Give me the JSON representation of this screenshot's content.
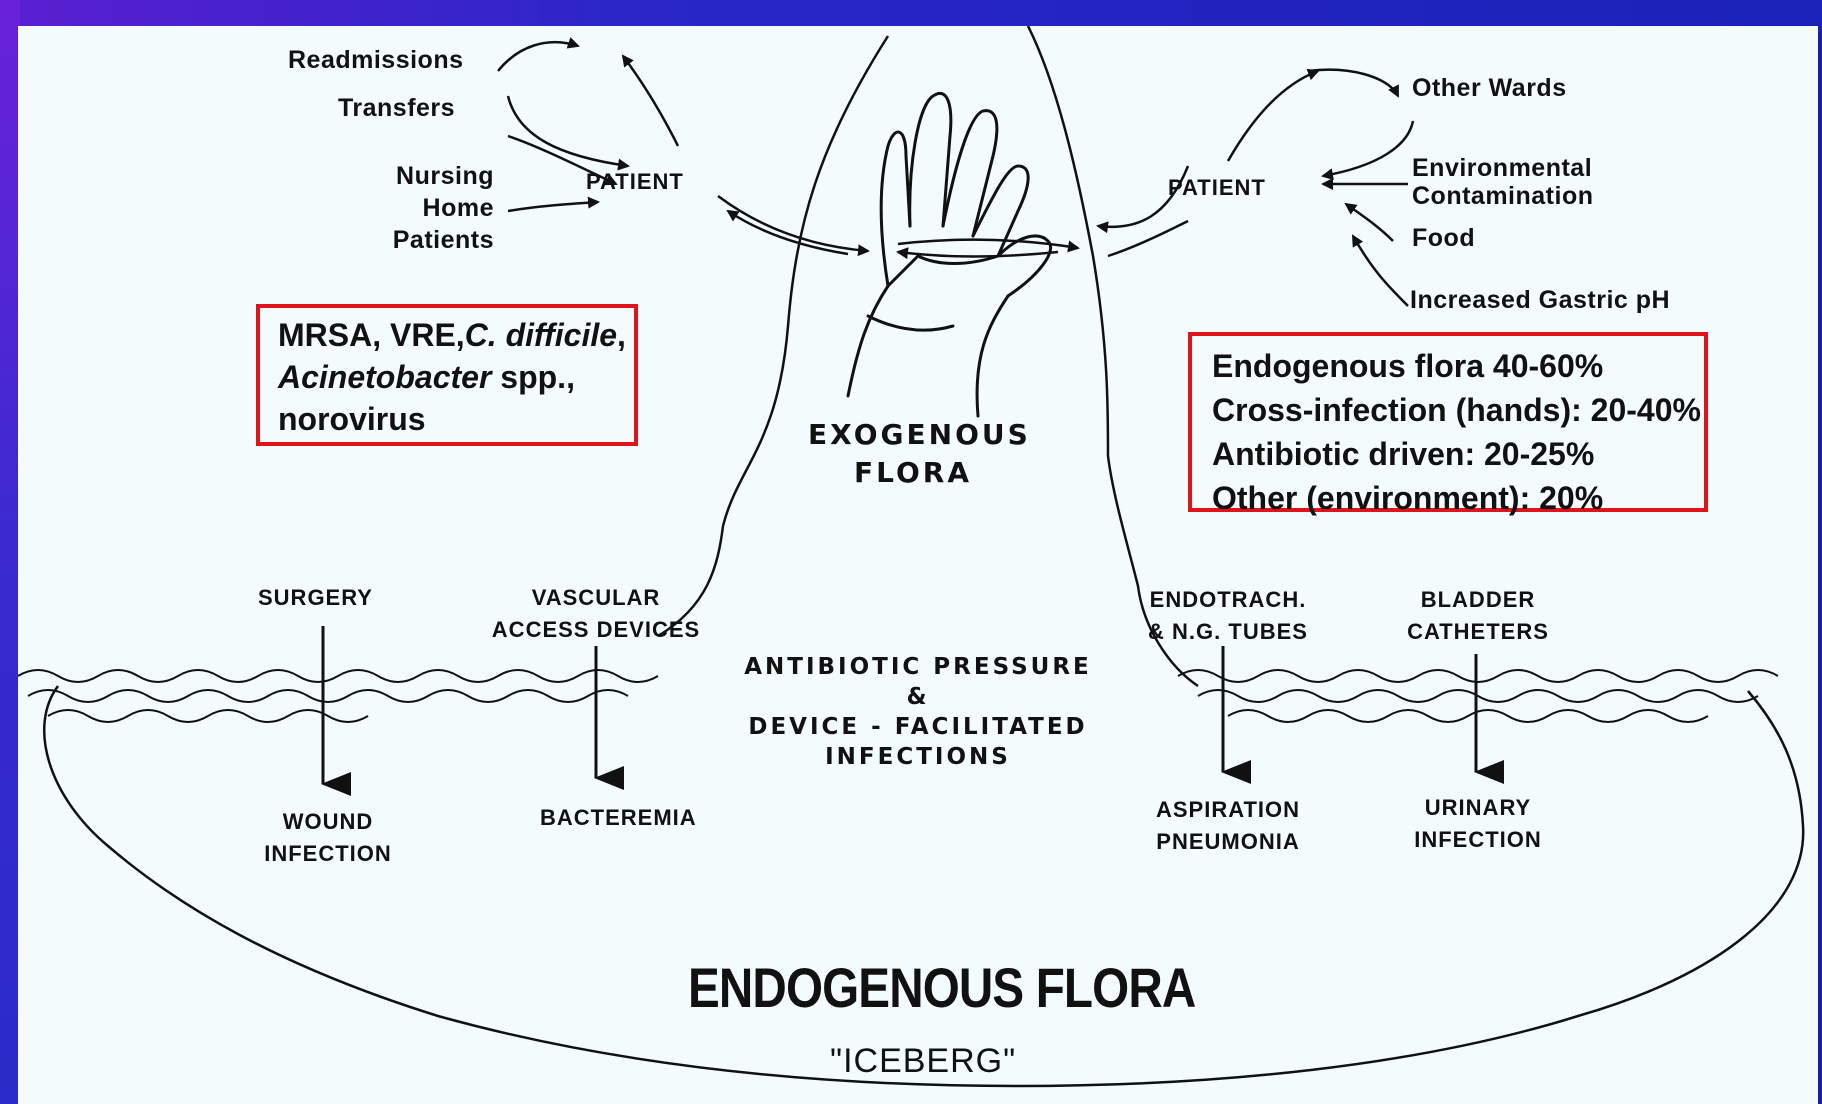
{
  "top_left": {
    "readmissions": "Readmissions",
    "transfers": "Transfers",
    "nursing_home": "Nursing\nHome\nPatients",
    "patient": "PATIENT"
  },
  "top_right": {
    "other_wards": "Other Wards",
    "environmental": "Environmental\nContamination",
    "food": "Food",
    "gastric": "Increased Gastric pH",
    "patient": "PATIENT"
  },
  "exogenous": "EXOGENOUS\nFLORA",
  "box_left": {
    "line1_a": "MRSA, VRE,",
    "line1_b": "C. difficile",
    "line1_c": ",",
    "line2_a": "Acinetobacter",
    "line2_b": " spp.,",
    "line3": "norovirus"
  },
  "box_right": {
    "lines": [
      "Endogenous flora 40-60%",
      "Cross-infection (hands): 20-40%",
      "Antibiotic driven: 20-25%",
      "Other (environment): 20%"
    ]
  },
  "devices": {
    "surgery": "SURGERY",
    "vascular": "VASCULAR\nACCESS DEVICES",
    "endotrach": "ENDOTRACH.\n& N.G. TUBES",
    "bladder": "BLADDER\nCATHETERS"
  },
  "infections": {
    "wound": "WOUND\nINFECTION",
    "bacteremia": "BACTEREMIA",
    "aspiration": "ASPIRATION\nPNEUMONIA",
    "urinary": "URINARY\nINFECTION"
  },
  "antibiotic_pressure": "ANTIBIOTIC PRESSURE\n&\nDEVICE - FACILITATED\nINFECTIONS",
  "endogenous_title": "ENDOGENOUS FLORA",
  "iceberg": "\"ICEBERG\"",
  "colors": {
    "frame": "#1a22b8",
    "frame_accent": "#5a1fd0",
    "background": "#f4fbfd",
    "box_border": "#e0131a",
    "ink": "#111111"
  }
}
